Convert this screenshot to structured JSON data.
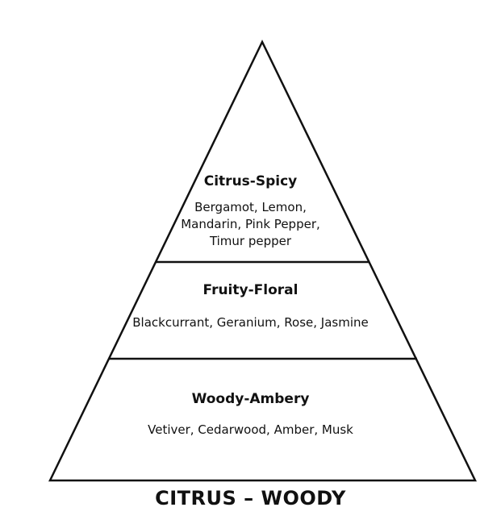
{
  "pyramid": {
    "tiers": [
      {
        "title": "Citrus-Spicy",
        "notes": "Bergamot, Lemon, Mandarin, Pink Pepper, Timur pepper"
      },
      {
        "title": "Fruity-Floral",
        "notes": "Blackcurrant, Geranium, Rose, Jasmine"
      },
      {
        "title": "Woody-Ambery",
        "notes": "Vetiver, Cedarwood, Amber, Musk"
      }
    ]
  },
  "caption": "CITRUS – WOODY",
  "colors": {
    "line": "#111111",
    "text": "#111111",
    "background": "#ffffff"
  }
}
